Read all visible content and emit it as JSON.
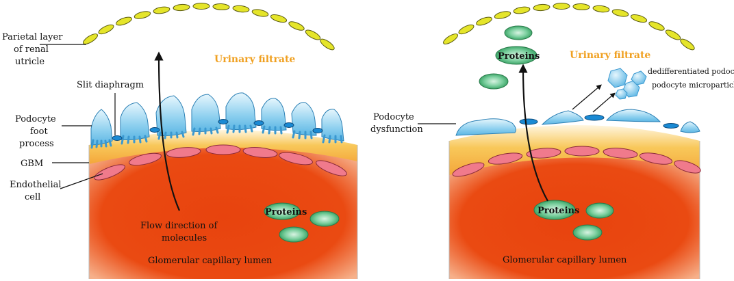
{
  "labels": {
    "parietal_line1": "Parietal layer",
    "parietal_line2": "of renal",
    "parietal_line3": "utricle",
    "urinary_left": "Urinary filtrate",
    "urinary_right": "Urinary filtrate",
    "slit": "Slit diaphragm",
    "podo_line1": "Podocyte",
    "podo_line2": "foot",
    "podo_line3": "process",
    "gbm": "GBM",
    "endo_line1": "Endothelial",
    "endo_line2": "cell",
    "flow_line1": "Flow direction  of",
    "flow_line2": "molecules",
    "lumen_left": "Glomerular capillary lumen",
    "lumen_right": "Glomerular capillary lumen",
    "proteins_left": "Proteins",
    "proteins_right_top": "Proteins",
    "proteins_right_bottom": "Proteins",
    "dysfunction_line1": "Podocyte",
    "dysfunction_line2": "dysfunction",
    "dediff_line1": "dedifferentiated podocytes",
    "dediff_line2": "podocyte microparticles"
  },
  "colors": {
    "lumen": "#e8430e",
    "gbm": "#f8c85a",
    "endothelial": "#f07a8c",
    "podocyte": "#7ec8ec",
    "slit": "#1a8ad4",
    "parietal": "#e5e52a",
    "protein": "#3aa865",
    "urinary_text": "#f0a020"
  }
}
